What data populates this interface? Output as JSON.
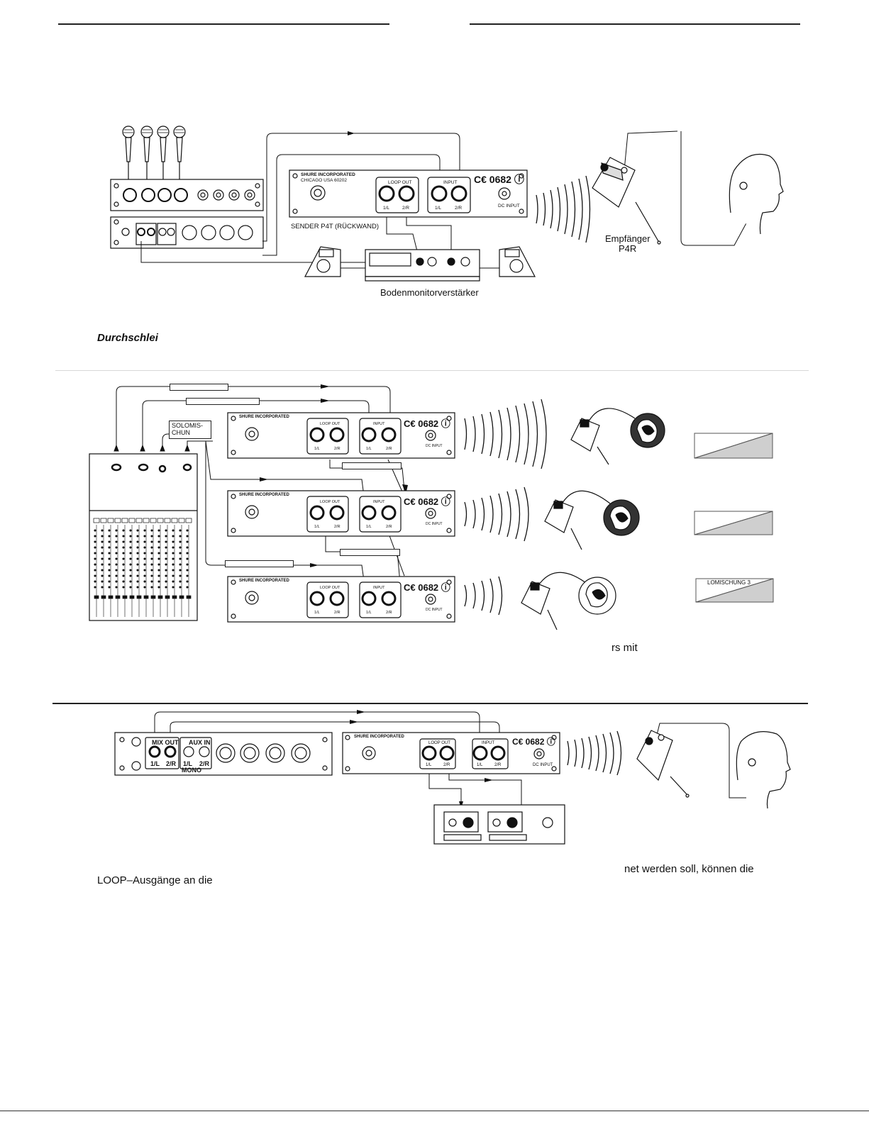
{
  "section1": {
    "sender_label": "SENDER P4T (RÜCKWAND)",
    "receiver_label": "Empfänger\nP4R",
    "receiver_label_line1": "Empfänger",
    "receiver_label_line2": "P4R",
    "amp_label": "Bodenmonitorverstärker",
    "caption": "Durchschlei"
  },
  "transmitter": {
    "brand": "SHURE INCORPORATED",
    "subline": "CHICAGO USA 60202",
    "loop_out": "LOOP OUT",
    "input": "INPUT",
    "ch1": "1/L",
    "ch2": "2/R",
    "ce_mark": "C€ 0682 ⓘ",
    "dc_input": "DC INPUT"
  },
  "mixer1": {
    "mix_out": "MIX OUT",
    "aux_in": "AUX IN",
    "ch1": "1/L",
    "ch2": "2/R",
    "mono": "MONO"
  },
  "section2": {
    "solo_label_line1": "SOLOMIS-",
    "solo_label_line2": "CHUN",
    "mix3_label": "LOMISCHUNG 3",
    "caption_fragment": "rs mit"
  },
  "section3": {
    "mixer": {
      "mix_out": "MIX OUT",
      "aux_in": "AUX IN",
      "ch1": "1/L",
      "ch2": "2/R",
      "ch1_mono": "1/L",
      "mono": "MONO"
    },
    "caption_right": "net werden soll, können die",
    "caption_left": "LOOP–Ausgänge an die"
  }
}
